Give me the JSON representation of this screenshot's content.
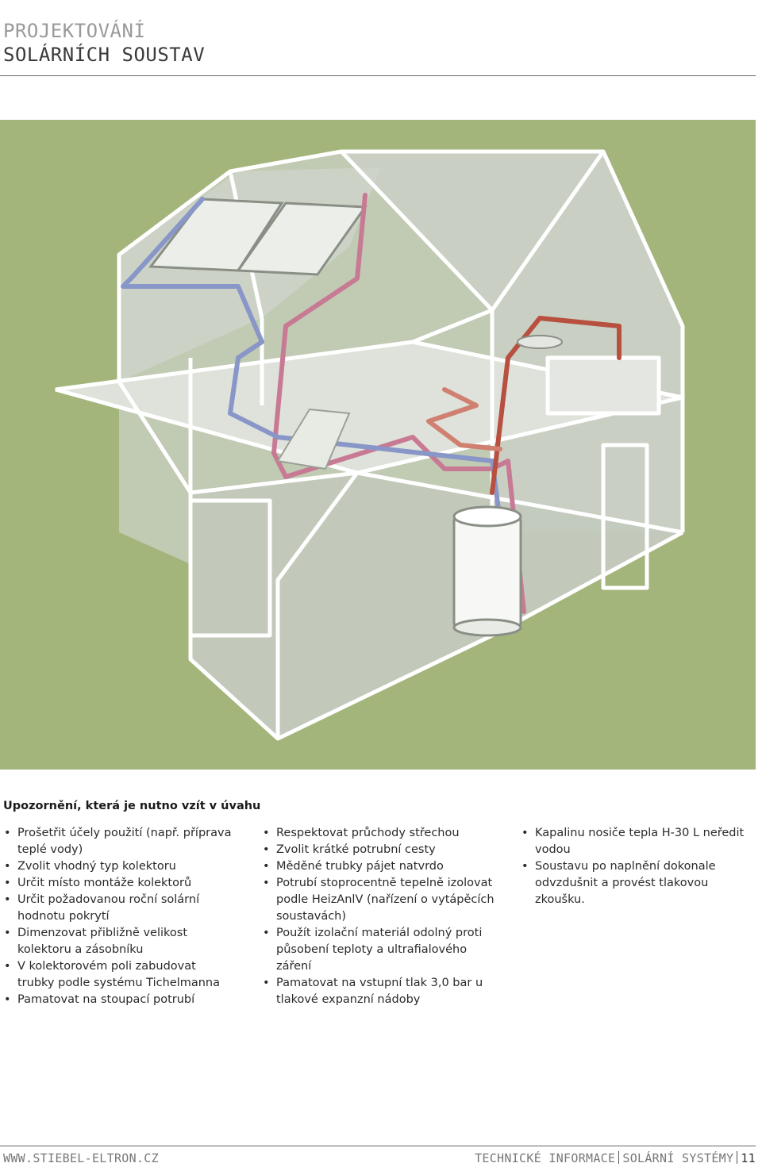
{
  "header": {
    "title_line1": "PROJEKTOVÁNÍ",
    "title_line2": "SOLÁRNÍCH SOUSTAV"
  },
  "notice": {
    "heading": "Upozornění, která je nutno vzít v úvahu",
    "column1": [
      "Prošetřit účely použití (např. příprava teplé vody)",
      "Zvolit vhodný typ kolektoru",
      "Určit místo montáže kolektorů",
      "Určit požadovanou roční solární hodnotu pokrytí",
      "Dimenzovat přibližně velikost kolektoru a zásobníku",
      "V kolektorovém poli zabudovat trubky podle systému Tichelmanna",
      "Pamatovat na stoupací potrubí"
    ],
    "column2": [
      "Respektovat průchody střechou",
      "Zvolit krátké potrubní cesty",
      "Měděné trubky pájet natvrdo",
      "Potrubí stoprocentně tepelně izolovat podle HeizAnlV (nařízení o vytápěcích soustavách)",
      "Použít izolační materiál odolný proti působení teploty a ultrafialového záření",
      "Pamatovat na vstupní tlak 3,0 bar u tlakové expanzní nádoby"
    ],
    "column3": [
      "Kapalinu nosiče tepla H-30 L neředit vodou",
      "Soustavu po naplnění dokonale odvzdušnit a provést tlakovou zkoušku."
    ]
  },
  "footer": {
    "website": "WWW.STIEBEL-ELTRON.CZ",
    "section1": "TECHNICKÉ INFORMACE",
    "section2": "SOLÁRNÍ SYSTÉMY",
    "page_number": "11"
  },
  "colors": {
    "background_green": "#a3b57b",
    "house_fill": "#c8cfc4",
    "pipe_hot": "#b85040",
    "pipe_cold": "#8896c8",
    "pipe_pink": "#c87a94"
  }
}
